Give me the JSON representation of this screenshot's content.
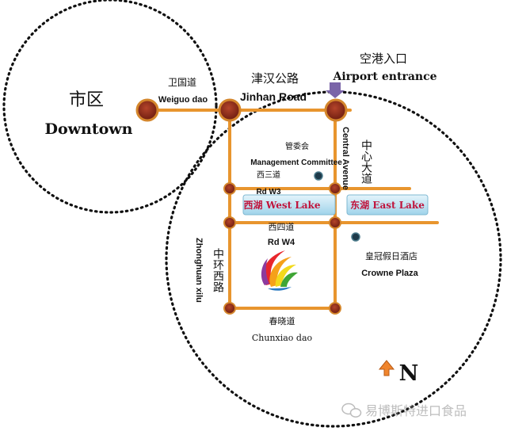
{
  "map": {
    "downtown": {
      "zh": "市区",
      "en": "Downtown"
    },
    "weiguo": {
      "zh": "卫国道",
      "en": "Weiguo dao"
    },
    "jinhan": {
      "zh": "津汉公路",
      "en": "Jinhan Road"
    },
    "airport": {
      "zh": "空港入口",
      "en": "Airport entrance"
    },
    "management": {
      "zh": "管委会",
      "en": "Management Committee"
    },
    "central_avenue": {
      "zh": "中心大道",
      "en": "Central Avenue"
    },
    "rd_w3": {
      "zh": "西三道",
      "en": "Rd W3"
    },
    "rd_w4": {
      "zh": "西四道",
      "en": "Rd W4"
    },
    "west_lake": {
      "zh": "西湖",
      "en": "West Lake"
    },
    "east_lake": {
      "zh": "东湖",
      "en": "East Lake"
    },
    "zhonghuan": {
      "zh": "中环西路",
      "en": "Zhonghuan xilu"
    },
    "crowne": {
      "zh": "皇冠假日酒店",
      "en": "Crowne Plaza"
    },
    "chunxiao": {
      "zh": "春晓道",
      "en": "Chunxiao dao"
    },
    "north": "N",
    "watermark": "易博斯特进口食品"
  },
  "colors": {
    "road": "#e8952e",
    "node": "#8b2a1a",
    "node_ring": "#d4862c",
    "lake_fill": "#bfe3f2",
    "lake_text": "#c0143c",
    "boundary": "#111111",
    "marker": "#7a64a8"
  }
}
